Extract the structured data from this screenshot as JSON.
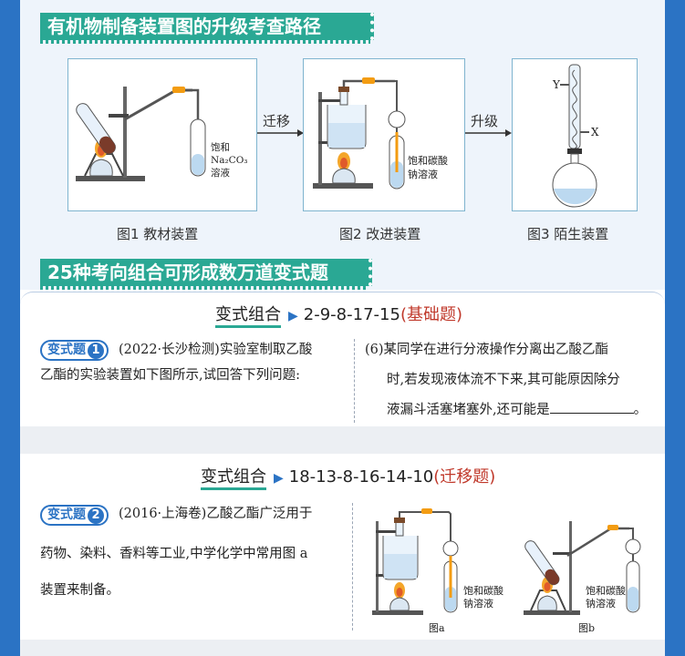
{
  "banner1": "有机物制备装置图的升级考查路径",
  "banner2": "25种考向组合可形成数万道变式题",
  "figures": {
    "fig1": {
      "caption": "图1  教材装置",
      "label_lines": [
        "饱和",
        "Na₂CO₃",
        "溶液"
      ]
    },
    "fig2": {
      "caption": "图2  改进装置",
      "label_lines": [
        "饱和碳酸",
        "钠溶液"
      ]
    },
    "fig3": {
      "caption": "图3  陌生装置",
      "label_y": "Y",
      "label_x": "X"
    },
    "arrow1": "迁移",
    "arrow2": "升级"
  },
  "combo1": {
    "title": "变式组合",
    "seq": "2-9-8-17-15",
    "tag": "(基础题)",
    "badge": "变式题",
    "badge_num": "1",
    "left_line1": "(2022·长沙检测)实验室制取乙酸",
    "left_line2": "乙酯的实验装置如下图所示,试回答下列问题:",
    "right_line1": "(6)某同学在进行分液操作分离出乙酸乙酯",
    "right_line2": "时,若发现液体流不下来,其可能原因除分",
    "right_line3": "液漏斗活塞堵塞外,还可能是",
    "right_end": "。"
  },
  "combo2": {
    "title": "变式组合",
    "seq": "18-13-8-16-14-10",
    "tag": "(迁移题)",
    "badge": "变式题",
    "badge_num": "2",
    "left_line1": "(2016·上海卷)乙酸乙酯广泛用于",
    "left_line2": "药物、染料、香料等工业,中学化学中常用图 a",
    "left_line3": "装置来制备。",
    "figa_label": [
      "饱和碳酸",
      "钠溶液"
    ],
    "figa_caption": "图a",
    "figb_label": [
      "饱和碳酸",
      "钠溶液"
    ],
    "figb_caption": "图b"
  }
}
